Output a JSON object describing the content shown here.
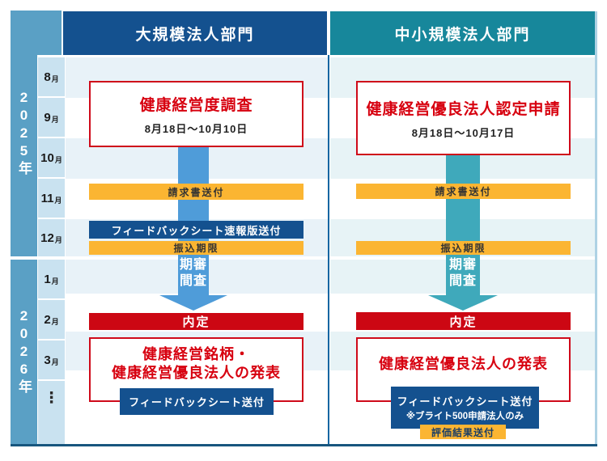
{
  "years": {
    "y2025": "2025年",
    "y2026": "2026年"
  },
  "months": [
    {
      "num": "8",
      "unit": "月"
    },
    {
      "num": "9",
      "unit": "月"
    },
    {
      "num": "10",
      "unit": "月"
    },
    {
      "num": "11",
      "unit": "月"
    },
    {
      "num": "12",
      "unit": "月"
    },
    {
      "num": "1",
      "unit": "月"
    },
    {
      "num": "2",
      "unit": "月"
    },
    {
      "num": "3",
      "unit": "月"
    }
  ],
  "ellipsis": "⋮",
  "left": {
    "header": "大規模法人部門",
    "survey_title": "健康経営度調査",
    "survey_period": "8月18日～10月10日",
    "invoice_bar": "請求書送付",
    "feedback_flash_bar": "フィードバックシート速報版送付",
    "deadline_bar": "振込期限",
    "review_label": "審査期間",
    "review_line1": "期審",
    "review_line2": "間査",
    "decision_bar": "内定",
    "announce_line1": "健康経営銘柄・",
    "announce_line2": "健康経営優良法人の発表",
    "feedback_badge": "フィードバックシート送付"
  },
  "right": {
    "header": "中小規模法人部門",
    "survey_title": "健康経営優良法人認定申請",
    "survey_period": "8月18日～10月17日",
    "invoice_bar": "請求書送付",
    "deadline_bar": "振込期限",
    "review_label": "審査期間",
    "review_line1": "期審",
    "review_line2": "間査",
    "decision_bar": "内定",
    "announce_line1": "健康経営優良法人の発表",
    "feedback_badge": "フィードバックシート送付",
    "feedback_note": "※ブライト500申請法人のみ",
    "result_badge": "評価結果送付"
  },
  "colors": {
    "accent_red": "#D7000F",
    "red_bar": "#CC0713",
    "orange": "#FBB532",
    "navy": "#14518F",
    "teal_header": "#17879B",
    "year_bar_blue": "#5AA0C5",
    "month_cell_blue": "#C9E2F0",
    "stripe_blue": "#E8F2F8",
    "arrow_blue": "#4F9CD9",
    "arrow_teal": "#3FA9BB",
    "column_divider": "#1566A2",
    "frame_bottom": "#17567E"
  }
}
